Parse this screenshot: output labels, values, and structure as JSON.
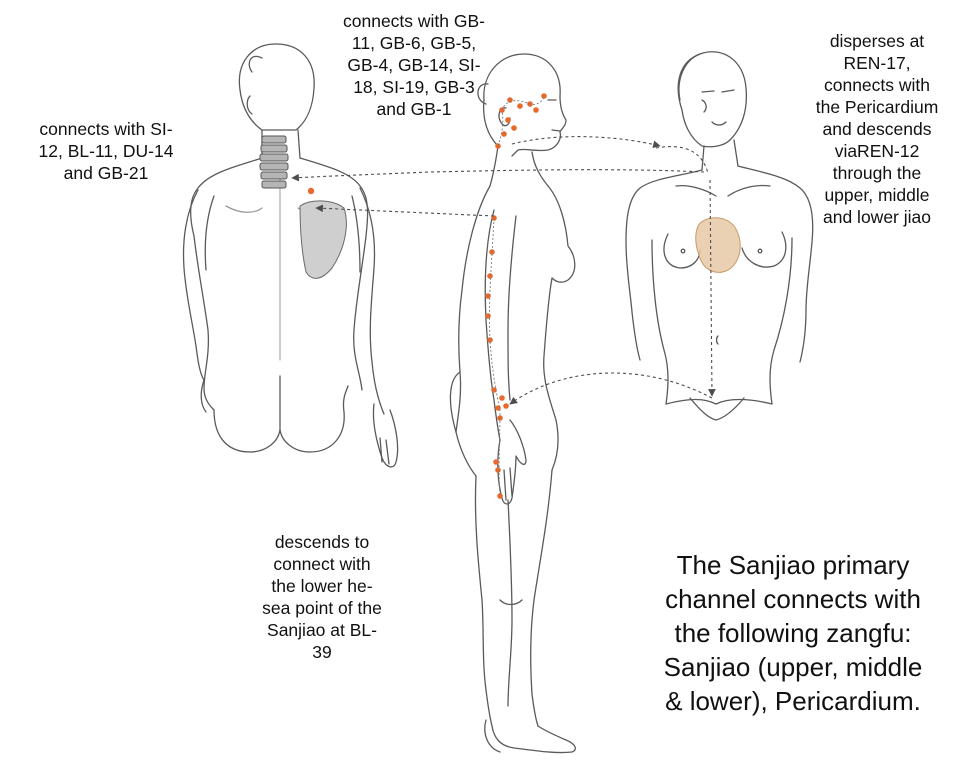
{
  "colors": {
    "outline": "#5a5a5a",
    "point": "#e8692b",
    "arrow": "#4d4d4d",
    "scapula": "#cfcfcf",
    "pericardium": "#e8c9a6"
  },
  "annotations": {
    "head": [
      "connects with GB-",
      "11, GB-6, GB-5,",
      "GB-4, GB-14, SI-",
      "18, SI-19, GB-3",
      "and GB-1"
    ],
    "back": [
      "connects with SI-",
      "12, BL-11, DU-14",
      "and GB-21"
    ],
    "chest": [
      "disperses at",
      "REN-17,",
      "connects with",
      "the Pericardium",
      "and descends",
      "viaREN-12",
      "through the",
      "upper, middle",
      "and lower jiao"
    ],
    "leg": [
      "descends to",
      "connect with",
      "the lower he-",
      "sea point of the",
      "Sanjiao at BL-",
      "39"
    ]
  },
  "summary": [
    "The Sanjiao primary",
    "channel connects with",
    "the following zangfu:",
    "Sanjiao (upper, middle",
    "& lower), Pericardium."
  ]
}
